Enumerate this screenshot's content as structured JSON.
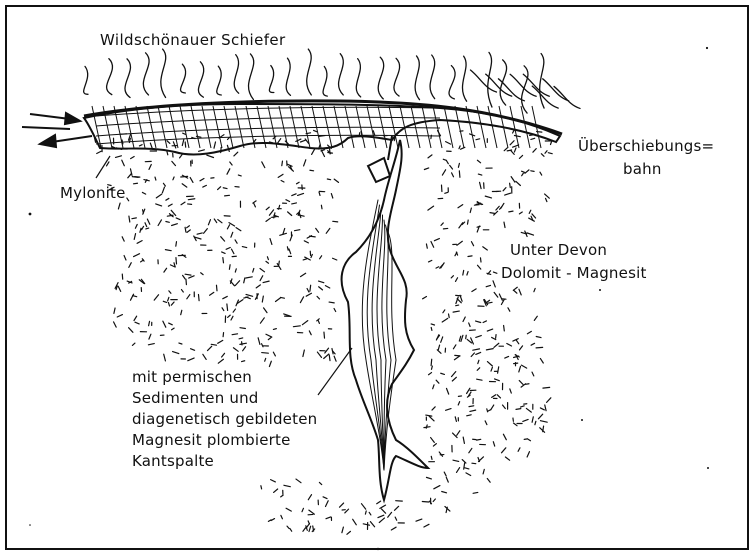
{
  "labels": {
    "schiefer": "Wildschönauer Schiefer",
    "uberschiebung_line1": "Überschiebungs=",
    "uberschiebung_line2": "bahn",
    "mylonite": "Mylonite",
    "devon_line1": "Unter Devon",
    "devon_line2": "Dolomit - Magnesit",
    "kantspalte_lines": [
      "mit permischen",
      "Sedimenten und",
      "diagenetisch gebildeten",
      "Magnesit plombierte",
      "Kantspalte"
    ]
  },
  "colors": {
    "ink": "#111111",
    "paper": "#ffffff"
  }
}
